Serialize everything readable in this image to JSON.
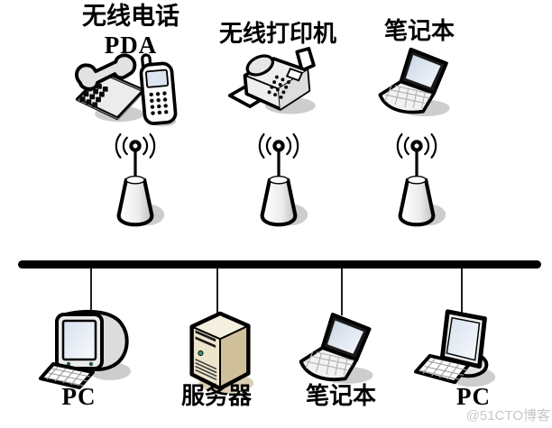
{
  "diagram": {
    "type": "network-topology",
    "watermark": "@51CTO博客",
    "labels": {
      "wireless_phone": "无线电话",
      "pda": "PDA",
      "wireless_printer": "无线打印机",
      "laptop_top": "笔记本",
      "pc_left": "PC",
      "server": "服务器",
      "laptop_bottom": "笔记本",
      "pc_right": "PC"
    },
    "icons": {
      "desk_phone": "desk-phone-icon",
      "pda_phone": "pda-phone-icon",
      "fax_printer": "fax-printer-icon",
      "laptop_top": "laptop-icon",
      "access_points": [
        "access-point-icon",
        "access-point-icon",
        "access-point-icon"
      ],
      "crt_pc": "crt-monitor-keyboard-icon",
      "server": "tower-server-icon",
      "laptop_bottom": "laptop-icon",
      "lcd_pc": "lcd-monitor-keyboard-icon"
    },
    "topology": {
      "bus": "horizontal backbone line",
      "wired_nodes_on_bus": [
        "PC",
        "服务器",
        "笔记本",
        "PC"
      ],
      "wireless_access_points_count": 3
    },
    "colors": {
      "outline": "#000000",
      "bus": "#000000",
      "screen_blue": "#d7e1ee",
      "shadow_gray": "#cdcdcd",
      "server_top": "#f4efdf",
      "server_front": "#ece4cb",
      "server_side": "#cfc09a",
      "server_shadow": "#dbd0b4",
      "led_green": "#2f9a8a",
      "watermark_gray": "#c7c7c7"
    }
  }
}
